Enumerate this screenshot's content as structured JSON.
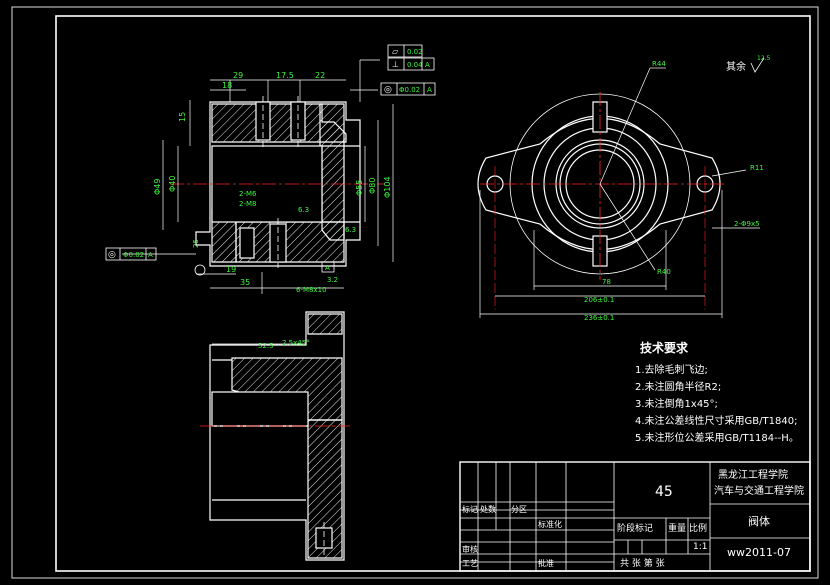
{
  "drawing": {
    "roughness_note": "其余",
    "roughness_value": "12.5",
    "tech_title": "技术要求",
    "tech_items": [
      "1.去除毛刺飞边;",
      "2.未注圆角半径R2;",
      "3.未注倒角1x45°;",
      "4.未注公差线性尺寸采用GB/T1840;",
      "5.未注形位公差采用GB/T1184--H。"
    ],
    "dims": {
      "d29": "29",
      "d175": "17.5",
      "d22": "22",
      "d18": "18",
      "d15": "15",
      "phi49": "Φ49",
      "phi40": "Φ40",
      "phi55": "Φ55",
      "phi80": "Φ80",
      "phi104": "Φ104",
      "d19": "19",
      "d35": "35",
      "d25": "25",
      "m8": "6-M8x10",
      "m6a": "2-M6",
      "m6b": "2-M8",
      "rough32": "3.2",
      "rough63a": "6.3",
      "rough63b": "6.3",
      "r44": "R44",
      "r11": "R11",
      "r40": "R40",
      "d78": "78",
      "d206": "206±0.1",
      "d236": "236±0.1",
      "hole2": "2-Φ9x5",
      "d525": "52.5",
      "cham": "2.5x45°"
    },
    "gdt": {
      "box1_sym": "▱",
      "box1_val": "0.02",
      "box2_sym": "⊥",
      "box2_val": "0.04",
      "box2_ref": "A",
      "box3_sym": "◎",
      "box3_val": "Φ0.02",
      "box3_ref": "A",
      "box4_sym": "◎",
      "box4_val": "Φ0.02",
      "box4_ref": "A",
      "datum": "A"
    }
  },
  "title_block": {
    "school": "黑龙江工程学院",
    "college": "汽车与交通工程学院",
    "material": "45",
    "part_name": "阀体",
    "drawing_no": "ww2011-07",
    "scale": "1:1",
    "h_mark": "标记",
    "h_count": "处数",
    "h_zone": "分区",
    "h_std": "标准化",
    "h_stage": "阶段标记",
    "h_weight": "重量",
    "h_ratio": "比例",
    "h_review": "审核",
    "h_process": "工艺",
    "h_approve": "批准",
    "h_sheets": "共  张  第  张"
  }
}
